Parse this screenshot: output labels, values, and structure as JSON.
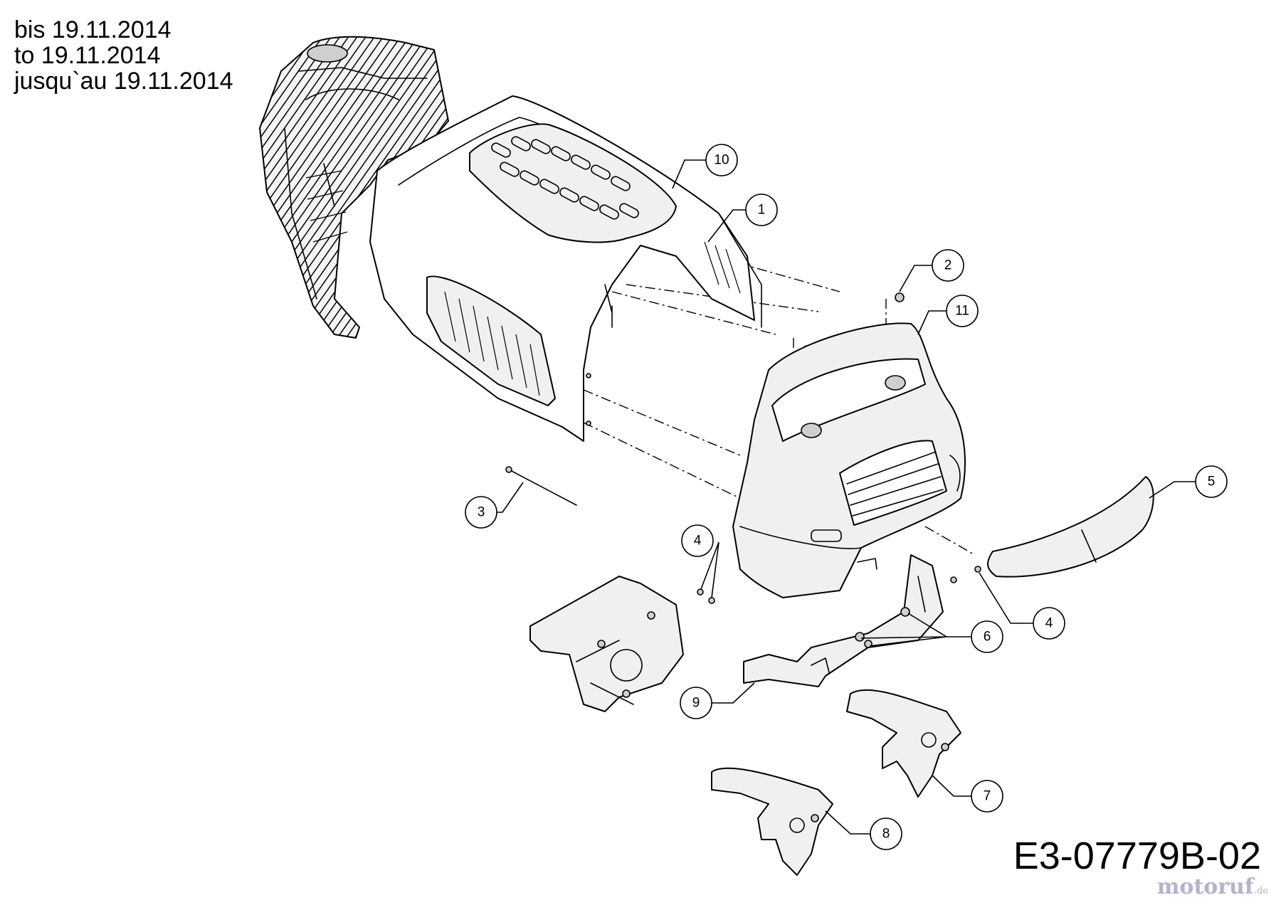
{
  "validity_note": {
    "line_de": "bis 19.11.2014",
    "line_en": "to 19.11.2014",
    "line_fr": "jusqu`au 19.11.2014"
  },
  "drawing_code": "E3-07779B-02",
  "watermark": {
    "brand": "motoruf",
    "tld": ".de"
  },
  "callouts": [
    "10",
    "1",
    "2",
    "11",
    "5",
    "3",
    "4",
    "4",
    "6",
    "9",
    "7",
    "8"
  ]
}
